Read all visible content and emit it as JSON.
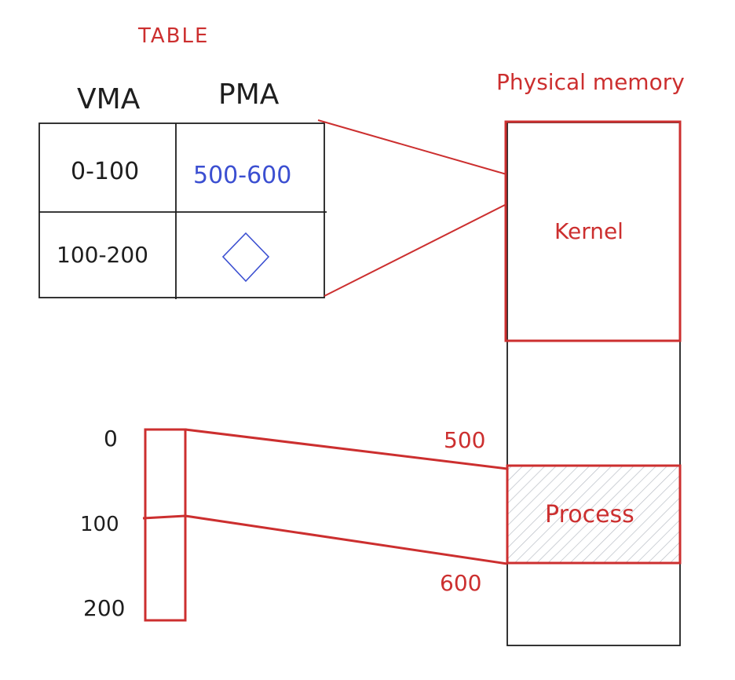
{
  "table": {
    "title": "TABLE",
    "headers": [
      "VMA",
      "PMA"
    ],
    "rows": [
      {
        "vma": "0-100",
        "pma": "500-600"
      },
      {
        "vma": "100-200",
        "pma": ""
      }
    ],
    "empty_marker_icon": "diamond-icon"
  },
  "physical_memory": {
    "title": "Physical memory",
    "regions": {
      "kernel": "Kernel",
      "process": "Process"
    },
    "markers": {
      "start": "500",
      "end": "600"
    }
  },
  "virtual_memory": {
    "ticks": [
      "0",
      "100",
      "200"
    ]
  },
  "colors": {
    "accent_red": "#cc2f2f",
    "pma_blue": "#3b4fd1",
    "ink": "#1e1e1e",
    "hatch": "#b9bec6"
  }
}
